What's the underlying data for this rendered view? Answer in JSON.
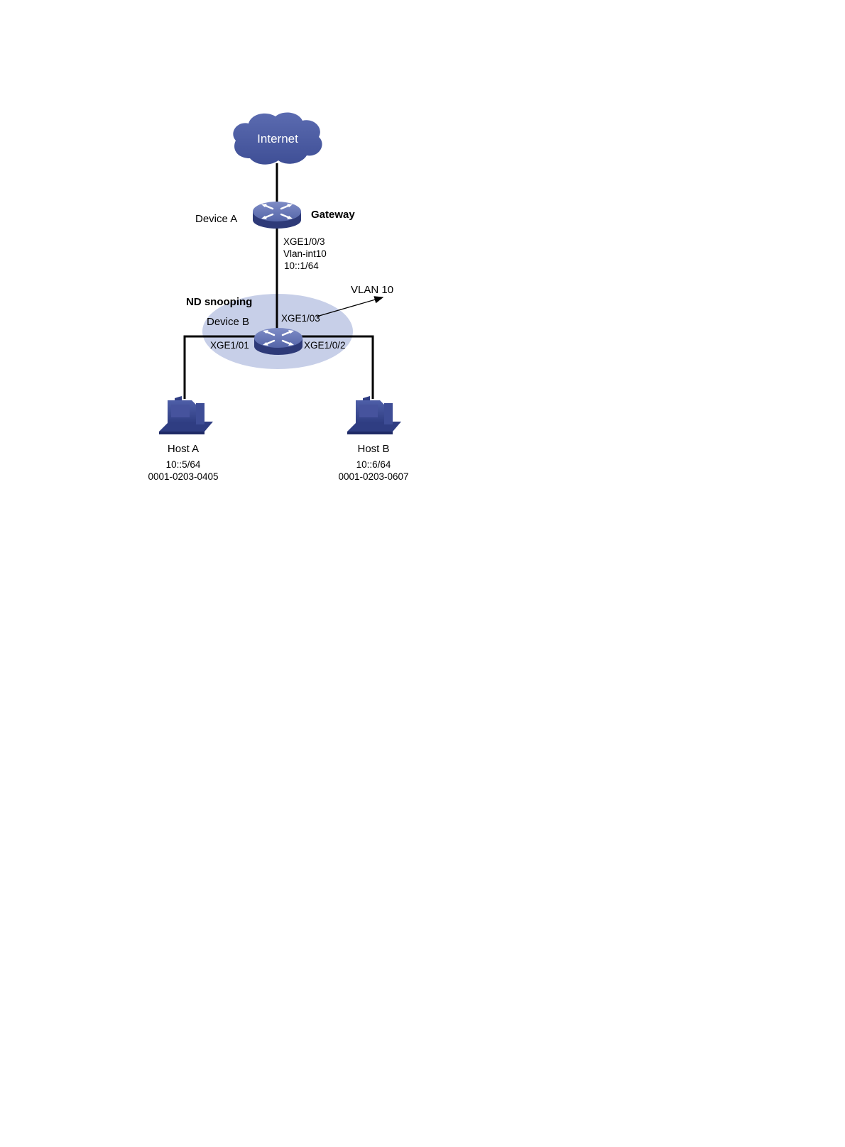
{
  "cloud": {
    "label": "Internet"
  },
  "device_a": {
    "name": "Device A",
    "role": "Gateway"
  },
  "device_a_port": {
    "interface": "XGE1/0/3",
    "vlan_interface": "Vlan-int10",
    "ipv6": "10::1/64"
  },
  "nd_region": {
    "label": "ND snooping"
  },
  "device_b": {
    "name": "Device B",
    "uplink_port": "XGE1/03",
    "port_left": "XGE1/01",
    "port_right": "XGE1/0/2"
  },
  "vlan": {
    "label": "VLAN 10"
  },
  "host_a": {
    "name": "Host A",
    "ipv6": "10::5/64",
    "mac": "0001-0203-0405"
  },
  "host_b": {
    "name": "Host B",
    "ipv6": "10::6/64",
    "mac": "0001-0203-0607"
  },
  "colors": {
    "device_blue": "#4a5aa0",
    "device_dark": "#2e3a78",
    "region_fill": "#c7cfe8",
    "link": "#000000"
  }
}
